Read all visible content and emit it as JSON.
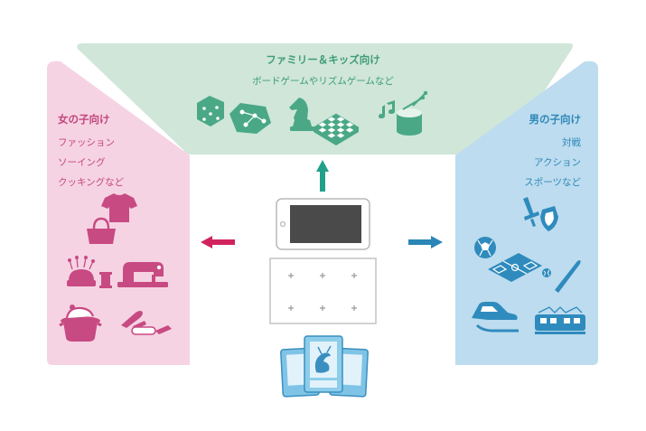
{
  "family_panel": {
    "title": "ファミリー＆キッズ向け",
    "subtitle": "ボードゲームやリズムゲームなど",
    "color": "#cfe6d9",
    "icon_color": "#4aa887",
    "icons": [
      "dice-icon",
      "board-map-icon",
      "chess-knight-icon",
      "chessboard-icon",
      "drum-icon"
    ]
  },
  "girls_panel": {
    "title": "女の子向け",
    "items": [
      "ファッション",
      "ソーイング",
      "クッキングなど"
    ],
    "color": "#f6d3e3",
    "icon_color": "#c84a82",
    "icons": [
      "shirt-icon",
      "handbag-icon",
      "pincushion-icon",
      "sewing-machine-icon",
      "cooking-pot-icon",
      "kitchen-knife-icon"
    ]
  },
  "boys_panel": {
    "title": "男の子向け",
    "items": [
      "対戦",
      "アクション",
      "スポーツなど"
    ],
    "color": "#bddcef",
    "icon_color": "#2f8bbd",
    "icons": [
      "sword-shield-icon",
      "soccer-ball-icon",
      "soccer-field-icon",
      "baseball-bat-icon",
      "race-car-icon",
      "train-icon"
    ]
  },
  "center": {
    "arrow_up_color": "#22a08a",
    "arrow_left_color": "#d1245f",
    "arrow_right_color": "#2a86b6",
    "icons": [
      "smartphone-icon",
      "card-mat-icon",
      "trading-cards-icon"
    ]
  }
}
